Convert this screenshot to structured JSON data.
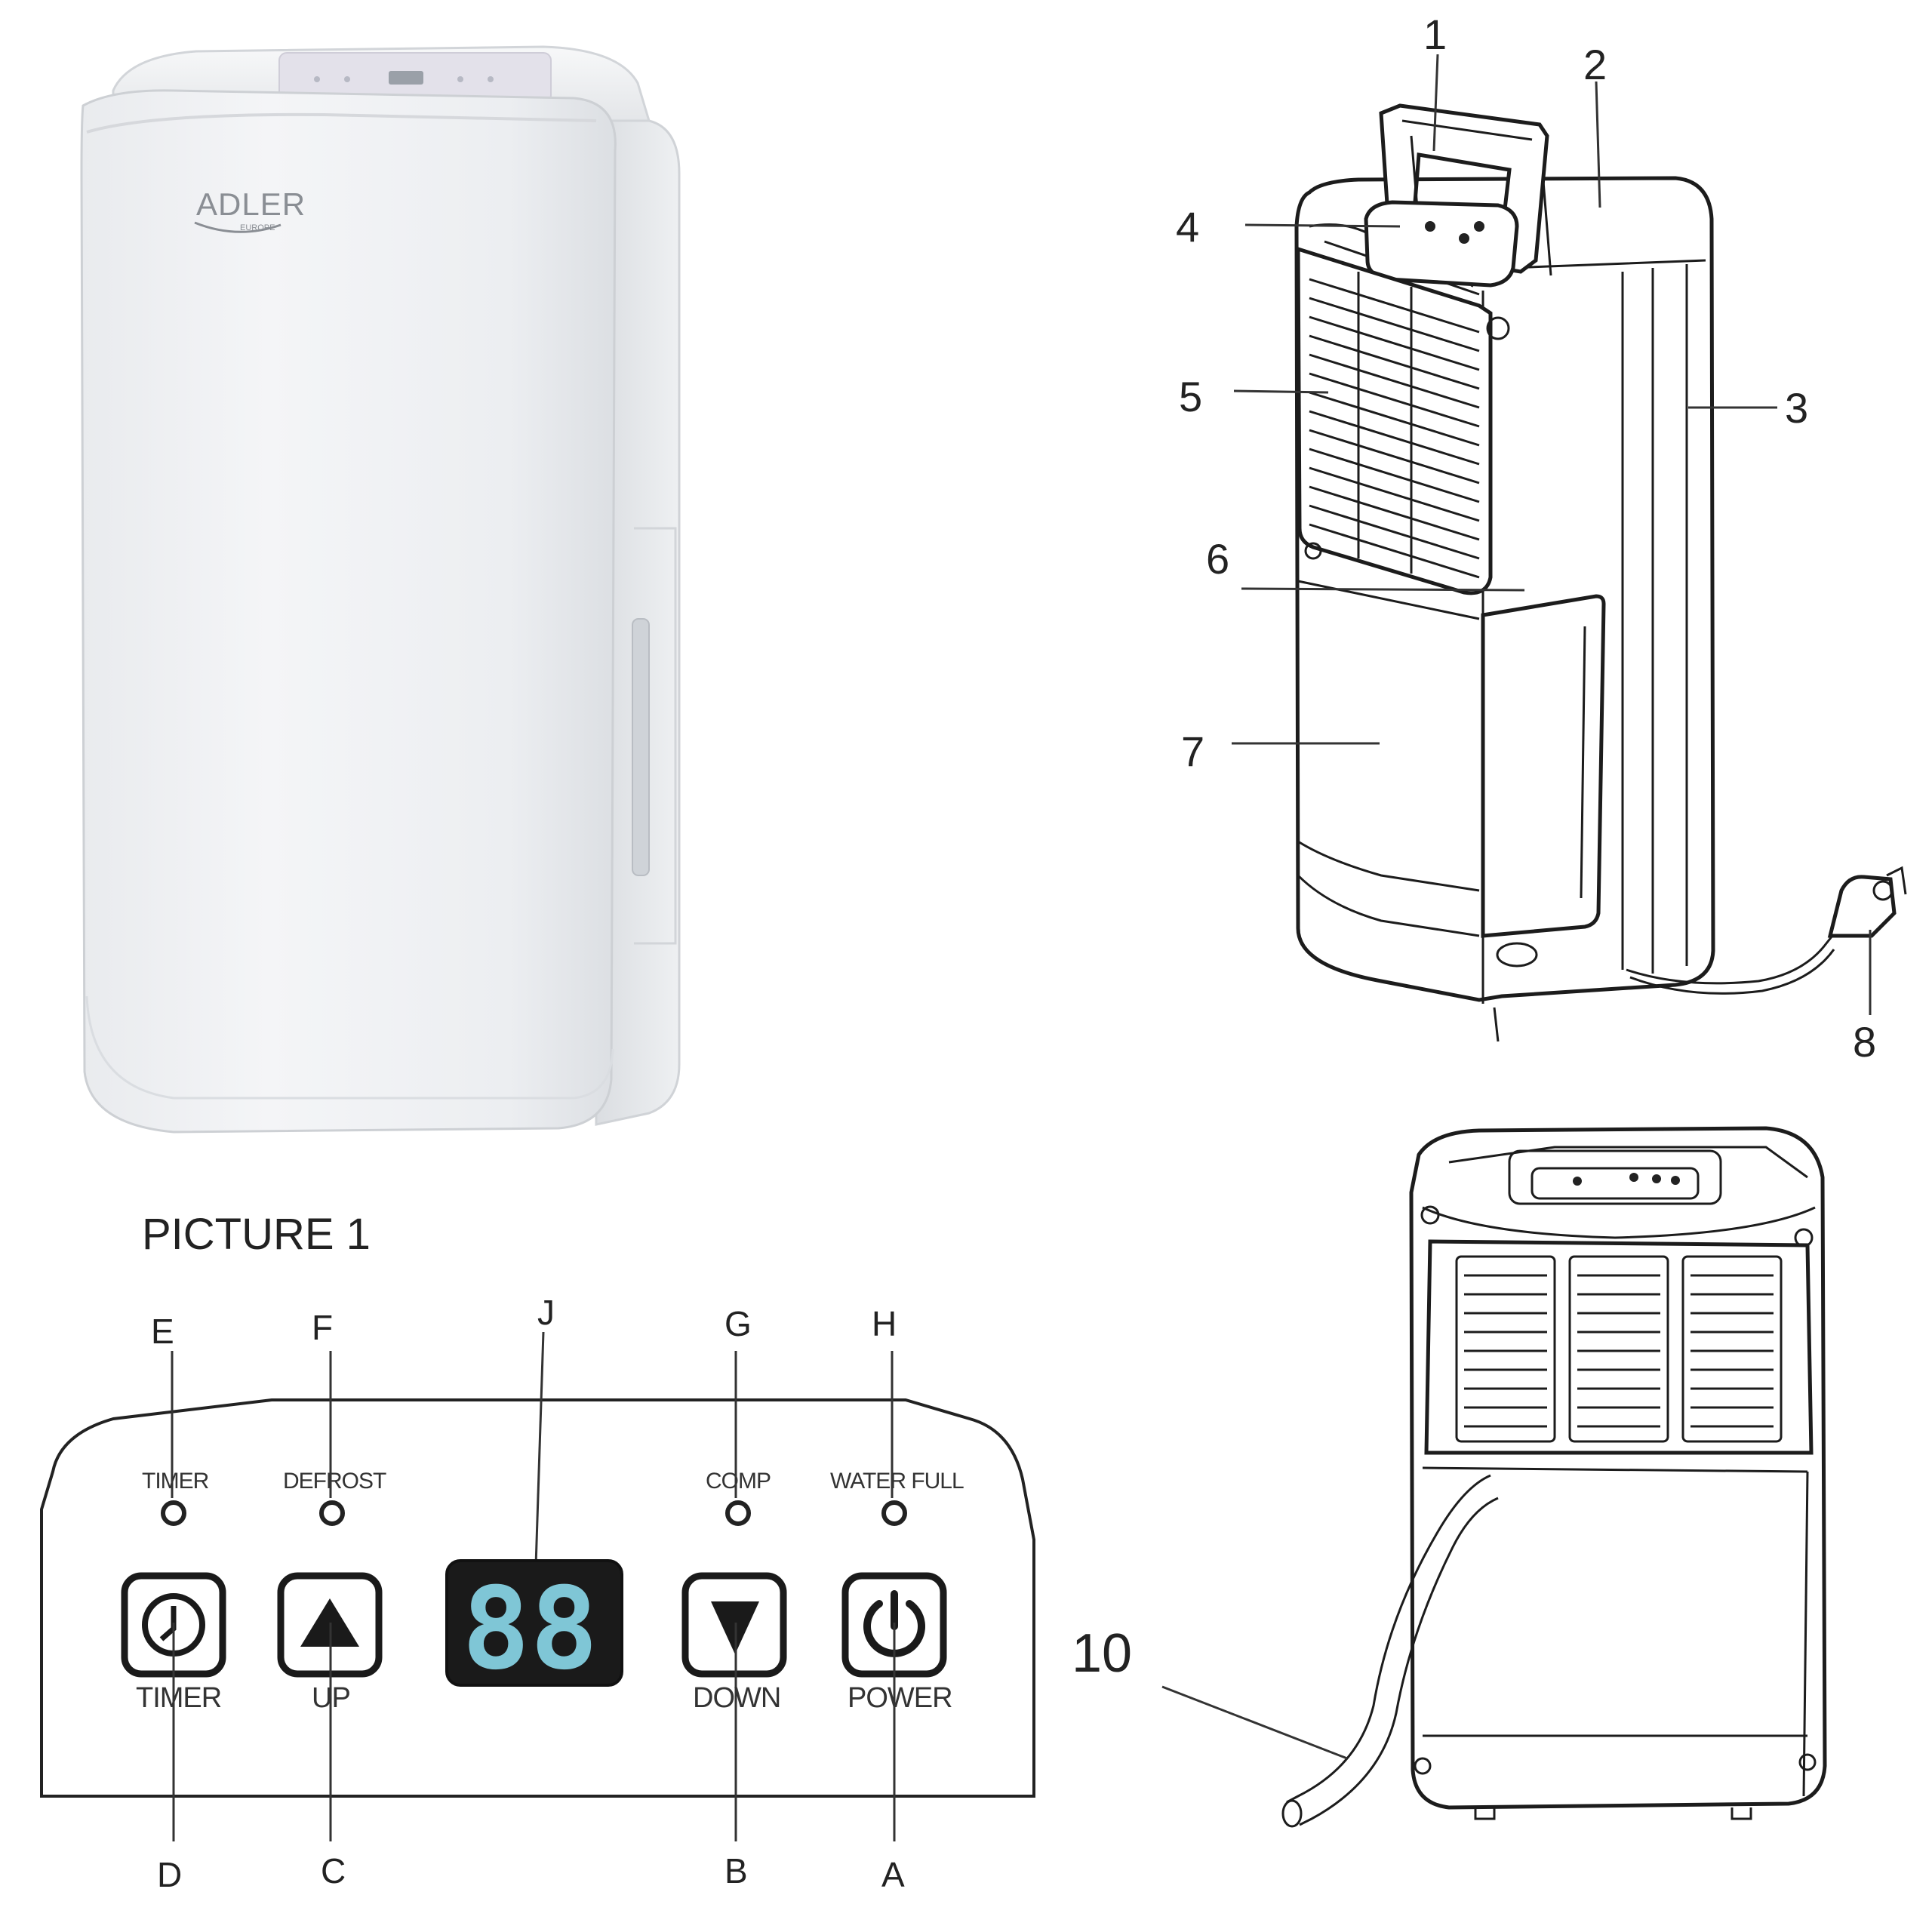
{
  "product_photo": {
    "brand": "ADLER",
    "brand_sub": "EUROPE"
  },
  "rear_view_callouts": [
    "1",
    "2",
    "3",
    "4",
    "5",
    "6",
    "7",
    "8"
  ],
  "hose_view_callout": "10",
  "panel": {
    "title": "PICTURE 1",
    "indicator_letters": {
      "timer": "E",
      "defrost": "F",
      "display": "J",
      "comp": "G",
      "water_full": "H"
    },
    "indicator_labels": {
      "timer": "TIMER",
      "defrost": "DEFROST",
      "comp": "COMP",
      "water_full": "WATER FULL"
    },
    "display_value": "88",
    "display_color": "#7fc6d6",
    "buttons": [
      {
        "letter": "D",
        "label": "TIMER",
        "icon": "clock-icon"
      },
      {
        "letter": "C",
        "label": "UP",
        "icon": "up-arrow-icon"
      },
      {
        "letter": "B",
        "label": "DOWN",
        "icon": "down-arrow-icon"
      },
      {
        "letter": "A",
        "label": "POWER",
        "icon": "power-icon"
      }
    ]
  }
}
